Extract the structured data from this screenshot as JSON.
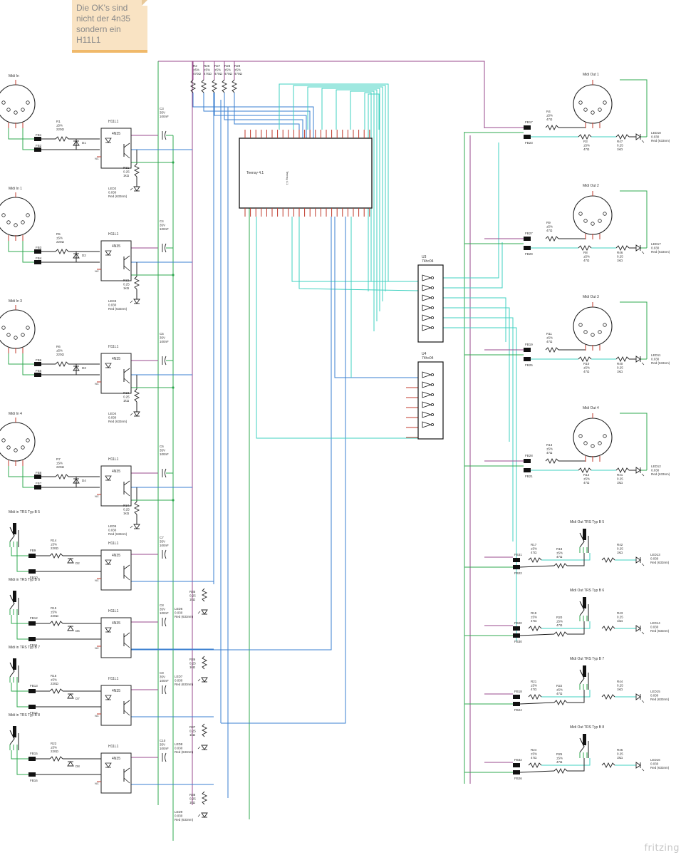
{
  "note": {
    "text": "Die OK's sind nicht der 4n35 sondern ein H11L1"
  },
  "brand": "fritzing",
  "colors": {
    "wire_green": "#2fa84f",
    "wire_blue": "#3a7fd0",
    "wire_cyan": "#3fd1c0",
    "wire_purple": "#9a4a8c",
    "wire_darkblue": "#1d4f9a",
    "pin_red": "#c0392b",
    "outline": "#000000"
  },
  "teensy": {
    "title": "Teensy 4.1",
    "side": "Teensy 4.1"
  },
  "resistors_top": [
    {
      "ref": "R2",
      "tol": "±5%",
      "val": "470Ω"
    },
    {
      "ref": "R26",
      "tol": "±5%",
      "val": "470Ω"
    },
    {
      "ref": "R27",
      "tol": "±5%",
      "val": "470Ω"
    },
    {
      "ref": "R28",
      "tol": "±5%",
      "val": "470Ω"
    },
    {
      "ref": "R29",
      "tol": "±5%",
      "val": "470Ω"
    }
  ],
  "ics": [
    {
      "ref": "U3",
      "part": "74hc04"
    },
    {
      "ref": "U4",
      "part": "74hc04"
    }
  ],
  "midi_in": [
    {
      "title": "Midi In",
      "fb_a": "FB1",
      "fb_b": "FB2",
      "r": [
        "R1",
        "±5%",
        "220Ω"
      ],
      "d": "D1",
      "opto_name": "H11L1",
      "opto": "4N35",
      "nc": "NC",
      "c": [
        "C3",
        "35V",
        "100nF"
      ],
      "rl": [
        "R31",
        "0.25",
        "1kΩ"
      ],
      "led": [
        "LED2",
        "0.030",
        "Red (633nm)"
      ]
    },
    {
      "title": "Midi In 1",
      "fb_a": "FB3",
      "fb_b": "FB4",
      "r": [
        "R5",
        "±5%",
        "220Ω"
      ],
      "d": "D2",
      "opto_name": "H11L1",
      "opto": "4N35",
      "nc": "NC",
      "c": [
        "C4",
        "35V",
        "100nF"
      ],
      "rl": [
        "R32",
        "0.25",
        "1kΩ"
      ],
      "led": [
        "LED3",
        "0.030",
        "Red (633nm)"
      ]
    },
    {
      "title": "Midi In 3",
      "fb_a": "FB6",
      "fb_b": "FB5",
      "r": [
        "R6",
        "±5%",
        "220Ω"
      ],
      "d": "D3",
      "opto_name": "H11L1",
      "opto": "4N35",
      "nc": "NC",
      "c": [
        "C5",
        "35V",
        "100nF"
      ],
      "rl": [
        "R33",
        "0.25",
        "1kΩ"
      ],
      "led": [
        "LED4",
        "0.030",
        "Red (633nm)"
      ]
    },
    {
      "title": "Midi In 4",
      "fb_a": "FB8",
      "fb_b": "FB7",
      "r": [
        "R7",
        "±5%",
        "220Ω"
      ],
      "d": "D4",
      "opto_name": "H11L1",
      "opto": "4N35",
      "nc": "NC",
      "c": [
        "C6",
        "35V",
        "100nF"
      ],
      "rl": [
        "R34",
        "0.25",
        "1kΩ"
      ],
      "led": [
        "LED5",
        "0.030",
        "Red (633nm)"
      ]
    }
  ],
  "trs_in": [
    {
      "title": "Midi in TRS Typ B 5",
      "fb_a": "FB9",
      "fb_b": "FB10",
      "r": [
        "R14",
        "±5%",
        "220Ω"
      ],
      "d": "D2",
      "opto_name": "H11L1",
      "opto": "4N35",
      "nc": "NC",
      "c": [
        "C7",
        "35V",
        "100nF"
      ],
      "rl": [
        "R35",
        "0.25",
        "1kΩ"
      ],
      "led": [
        "LED6",
        "0.030",
        "Red (633nm)"
      ]
    },
    {
      "title": "Midi in TRS Typ B 6",
      "fb_a": "FB12",
      "fb_b": "FB11",
      "r": [
        "R15",
        "±5%",
        "220Ω"
      ],
      "d": "D6",
      "opto_name": "H11L1",
      "opto": "4N35",
      "nc": "NC",
      "c": [
        "C8",
        "35V",
        "100nF"
      ],
      "rl": [
        "R36",
        "0.25",
        "1kΩ"
      ],
      "led": [
        "LED7",
        "0.030",
        "Red (633nm)"
      ]
    },
    {
      "title": "Midi in TRS Typ B 7",
      "fb_a": "FB13",
      "fb_b": "FB14",
      "r": [
        "R16",
        "±5%",
        "220Ω"
      ],
      "d": "D7",
      "opto_name": "H11L1",
      "opto": "4N35",
      "nc": "NC",
      "c": [
        "C9",
        "35V",
        "100nF"
      ],
      "rl": [
        "R37",
        "0.25",
        "1kΩ"
      ],
      "led": [
        "LED8",
        "0.030",
        "Red (633nm)"
      ]
    },
    {
      "title": "Midi in TRS Typ B 8",
      "fb_a": "FB15",
      "fb_b": "FB16",
      "r": [
        "R23",
        "±5%",
        "220Ω"
      ],
      "d": "D8",
      "opto_name": "H11L1",
      "opto": "4N35",
      "nc": "NC",
      "c": [
        "C10",
        "35V",
        "100nF"
      ],
      "rl": [
        "R38",
        "0.25",
        "1kΩ"
      ],
      "led": [
        "LED9",
        "0.030",
        "Red (633nm)"
      ]
    }
  ],
  "midi_out": [
    {
      "title": "Midi Out 1",
      "fb_a": "FB17",
      "fb_b": "FB23",
      "r1": [
        "R4",
        "±5%",
        "47Ω"
      ],
      "r2": [
        "R3",
        "±5%",
        "47Ω"
      ],
      "rl": [
        "R47",
        "0.25",
        "1kΩ"
      ],
      "led": [
        "LED18",
        "0.030",
        "Red (633nm)"
      ]
    },
    {
      "title": "Midi Out 2",
      "fb_a": "FB27",
      "fb_b": "FB29",
      "r1": [
        "R9",
        "±5%",
        "47Ω"
      ],
      "r2": [
        "R8",
        "±5%",
        "47Ω"
      ],
      "rl": [
        "R46",
        "0.25",
        "1kΩ"
      ],
      "led": [
        "LED17",
        "0.030",
        "Red (633nm)"
      ]
    },
    {
      "title": "Midi Out 3",
      "fb_a": "FB19",
      "fb_b": "FB25",
      "r1": [
        "R11",
        "±5%",
        "47Ω"
      ],
      "r2": [
        "R10",
        "±5%",
        "47Ω"
      ],
      "rl": [
        "R40",
        "0.25",
        "1kΩ"
      ],
      "led": [
        "LED11",
        "0.030",
        "Red (633nm)"
      ]
    },
    {
      "title": "Midi Out 4",
      "fb_a": "FB28",
      "fb_b": "FB21",
      "r1": [
        "R13",
        "±5%",
        "47Ω"
      ],
      "r2": [
        "R12",
        "±5%",
        "47Ω"
      ],
      "rl": [
        "R41",
        "0.25",
        "1kΩ"
      ],
      "led": [
        "LED12",
        "0.030",
        "Red (633nm)"
      ]
    }
  ],
  "trs_out": [
    {
      "title": "Midi Out TRS Typ B 5",
      "fb_a": "FB31",
      "fb_b": "FB22",
      "r1": [
        "R17",
        "±5%",
        "47Ω"
      ],
      "r2": [
        "R18",
        "±5%",
        "47Ω"
      ],
      "rl": [
        "R42",
        "0.25",
        "1kΩ"
      ],
      "led": [
        "LED13",
        "0.030",
        "Red (633nm)"
      ]
    },
    {
      "title": "Midi Out TRS Typ B 6",
      "fb_a": "FB20",
      "fb_b": "FB30",
      "r1": [
        "R19",
        "±5%",
        "47Ω"
      ],
      "r2": [
        "R20",
        "±5%",
        "47Ω"
      ],
      "rl": [
        "R43",
        "0.25",
        "1kΩ"
      ],
      "led": [
        "LED14",
        "0.030",
        "Red (633nm)"
      ]
    },
    {
      "title": "Midi Out TRS Typ B 7",
      "fb_a": "FB18",
      "fb_b": "FB24",
      "r1": [
        "R21",
        "±5%",
        "47Ω"
      ],
      "r2": [
        "R22",
        "±5%",
        "47Ω"
      ],
      "rl": [
        "R44",
        "0.25",
        "1kΩ"
      ],
      "led": [
        "LED15",
        "0.030",
        "Red (633nm)"
      ]
    },
    {
      "title": "Midi Out TRS Typ B 8",
      "fb_a": "FB32",
      "fb_b": "FB26",
      "r1": [
        "R24",
        "±5%",
        "47Ω"
      ],
      "r2": [
        "R25",
        "±5%",
        "47Ω"
      ],
      "rl": [
        "R45",
        "0.25",
        "1kΩ"
      ],
      "led": [
        "LED16",
        "0.030",
        "Red (633nm)"
      ]
    }
  ]
}
